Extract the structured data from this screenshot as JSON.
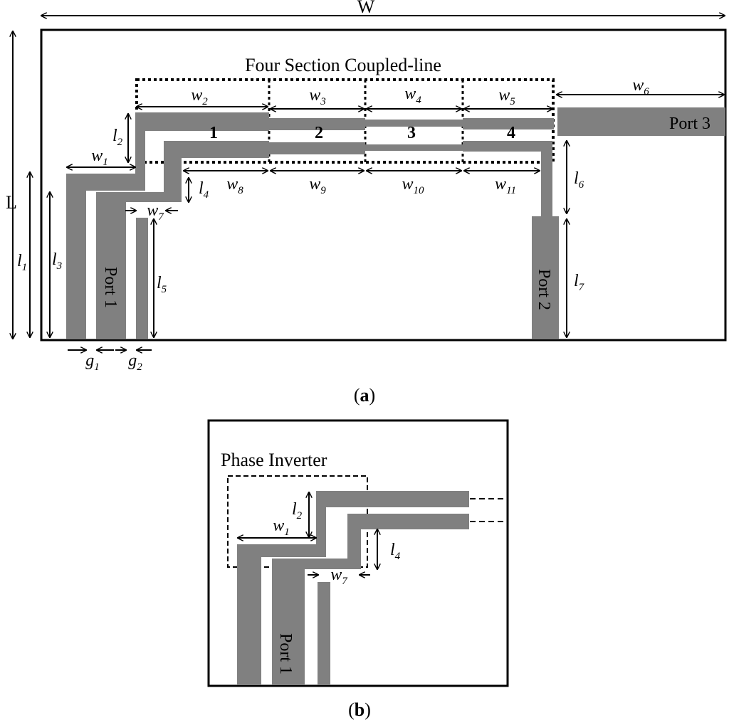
{
  "figure_a": {
    "dims": {
      "W": "W",
      "L": "L",
      "w": [
        "1",
        "2",
        "3",
        "4",
        "5",
        "6",
        "7",
        "8",
        "9",
        "10",
        "11"
      ],
      "l": [
        "1",
        "2",
        "3",
        "4",
        "5",
        "6",
        "7"
      ],
      "g": [
        "1",
        "2"
      ],
      "w_base": "w",
      "l_base": "l",
      "g_base": "g"
    },
    "title": "Four Section Coupled-line",
    "sections": [
      "1",
      "2",
      "3",
      "4"
    ],
    "ports": {
      "port1": "Port 1",
      "port2": "Port 2",
      "port3": "Port 3"
    },
    "caption_letter": "a"
  },
  "figure_b": {
    "title": "Phase Inverter",
    "port1": "Port 1",
    "caption_letter": "b"
  },
  "colors": {
    "strip": "#808080",
    "border": "#000000",
    "background": "#ffffff"
  }
}
